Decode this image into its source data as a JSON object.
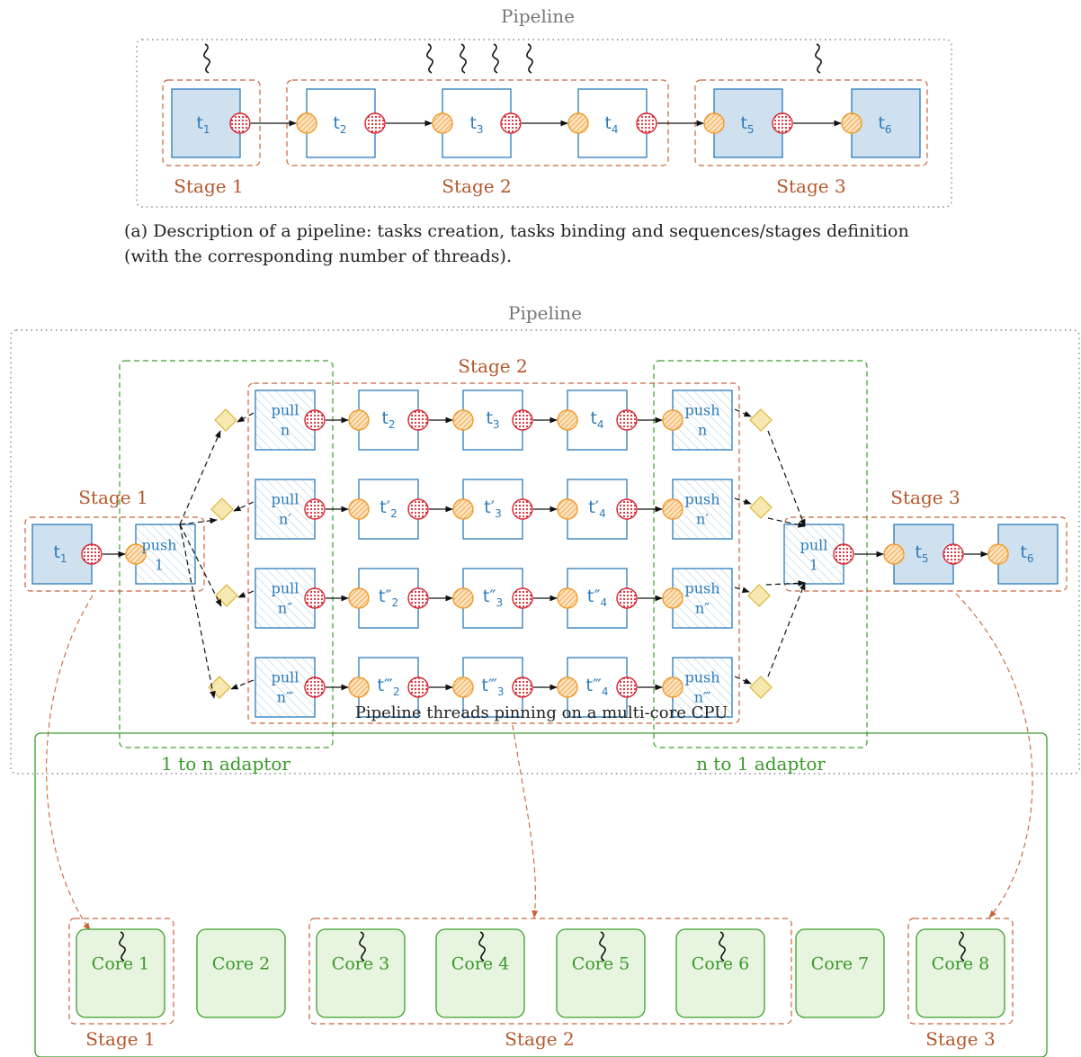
{
  "top": {
    "title": "Pipeline",
    "tasks": [
      "t1",
      "t2",
      "t3",
      "t4",
      "t5",
      "t6"
    ],
    "stages": [
      "Stage 1",
      "Stage 2",
      "Stage 3"
    ],
    "caption_line1": "(a) Description of a pipeline: tasks creation, tasks binding and sequences/stages definition",
    "caption_line2": "(with the corresponding number of threads)."
  },
  "middle": {
    "title": "Pipeline",
    "stages": [
      "Stage 1",
      "Stage 2",
      "Stage 3"
    ],
    "adaptor_left": "1 to n adaptor",
    "adaptor_right": "n to 1 adaptor",
    "push1": [
      "push",
      "1"
    ],
    "pull1": [
      "pull",
      "1"
    ],
    "pull_label": "pull",
    "push_label": "push",
    "lane_suffix": [
      "n",
      "n′",
      "n″",
      "n‴"
    ],
    "rows": [
      [
        "t2",
        "t3",
        "t4"
      ],
      [
        "t′2",
        "t′3",
        "t′4"
      ],
      [
        "t″2",
        "t″3",
        "t″4"
      ],
      [
        "t‴2",
        "t‴3",
        "t‴4"
      ]
    ],
    "t1": "t1",
    "t5": "t5",
    "t6": "t6"
  },
  "bottom": {
    "title": "Pipeline threads pinning on a multi-core CPU",
    "cores": [
      "Core 1",
      "Core 2",
      "Core 3",
      "Core 4",
      "Core 5",
      "Core 6",
      "Core 7",
      "Core 8"
    ],
    "stages": [
      "Stage 1",
      "Stage 2",
      "Stage 3"
    ]
  },
  "colors": {
    "task_stroke": "#2b7bbb",
    "task_fill": "#cfe0ee",
    "stage": "#c8643a",
    "adaptor": "#3aa02a",
    "socket_in": "#f19a2b",
    "socket_out": "#d9262f",
    "diamond": "#f7e7b0",
    "core_fill": "#e7f4df"
  }
}
